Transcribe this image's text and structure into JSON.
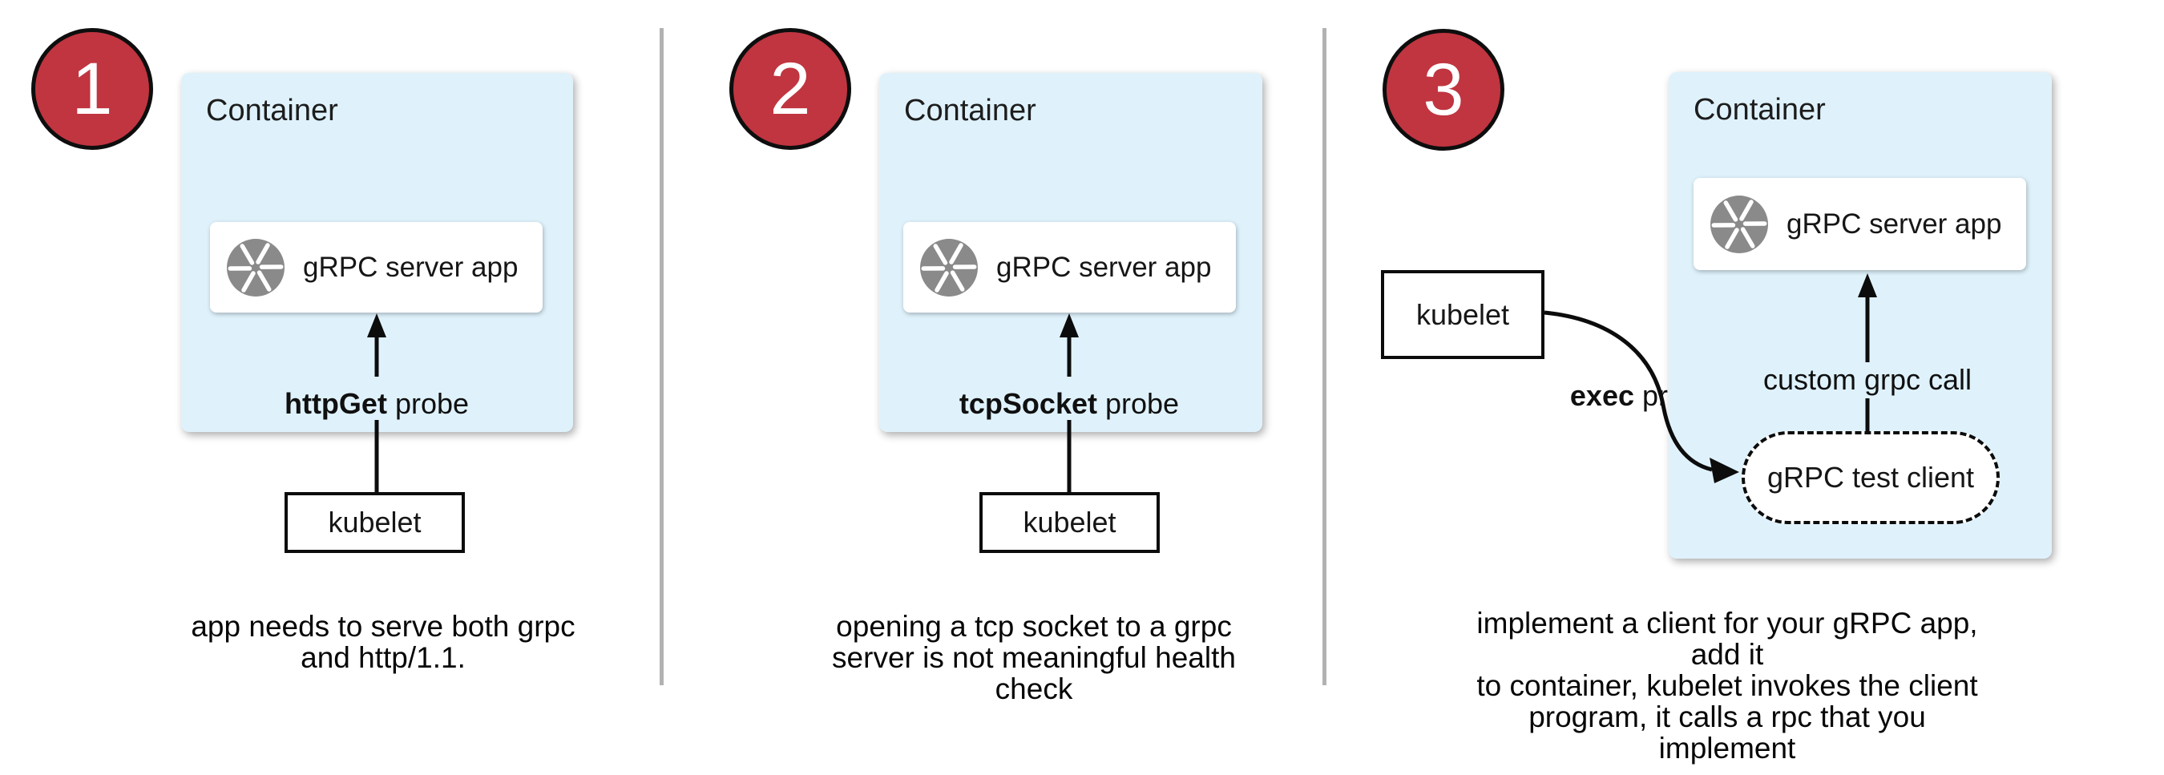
{
  "colors": {
    "red": "#C03540",
    "container_fill": "#DFF2FC",
    "divider": "#B2B2B2",
    "icon_gray": "#8A8A8A",
    "ink": "#1B1B1B"
  },
  "panels": [
    {
      "number": "1",
      "container_label": "Container",
      "app_label": "gRPC server app",
      "probe_label_bold": "httpGet",
      "probe_label_rest": " probe",
      "kubelet_label": "kubelet",
      "caption_lines": [
        "app needs to serve both grpc",
        "and http/1.1."
      ]
    },
    {
      "number": "2",
      "container_label": "Container",
      "app_label": "gRPC server app",
      "probe_label_bold": "tcpSocket",
      "probe_label_rest": " probe",
      "kubelet_label": "kubelet",
      "caption_lines": [
        "opening a tcp socket to a grpc",
        "server is not meaningful health",
        "check"
      ]
    },
    {
      "number": "3",
      "container_label": "Container",
      "app_label": "gRPC server app",
      "probe_label_bold": "exec",
      "probe_label_rest": " probe",
      "kubelet_label": "kubelet",
      "custom_call_label": "custom grpc call",
      "test_client_label": "gRPC test client",
      "caption_lines": [
        "implement a client for your gRPC app, add it",
        "to container, kubelet invokes the client",
        "program, it calls a rpc that you implement"
      ]
    }
  ]
}
